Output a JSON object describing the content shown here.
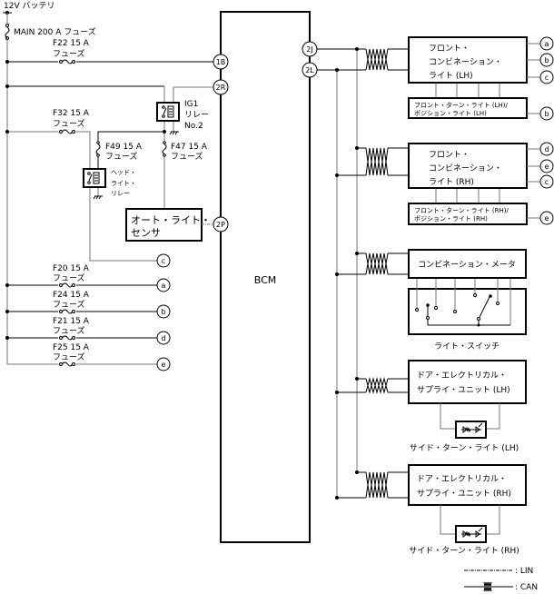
{
  "power": {
    "battery": "12V バッテリ",
    "main_fuse": "MAIN 200 A フューズ"
  },
  "fuses": {
    "f22": {
      "name": "F22 15 A",
      "label": "フューズ"
    },
    "f32": {
      "name": "F32 15 A",
      "label": "フューズ"
    },
    "f49": {
      "name": "F49 15 A",
      "label": "フューズ"
    },
    "f47": {
      "name": "F47 15 A",
      "label": "フューズ"
    },
    "f20": {
      "name": "F20 15 A",
      "label": "フューズ"
    },
    "f24": {
      "name": "F24 15 A",
      "label": "フューズ"
    },
    "f21": {
      "name": "F21 15 A",
      "label": "フューズ"
    },
    "f25": {
      "name": "F25 15 A",
      "label": "フューズ"
    }
  },
  "relays": {
    "ig1": [
      "IG1",
      "リレー",
      "No.2"
    ],
    "headlight": [
      "ヘッド・",
      "ライト・",
      "リレー"
    ]
  },
  "auto_light_sensor": [
    "オート・ライト・",
    "センサ"
  ],
  "bcm": {
    "label": "BCM",
    "pins": {
      "p1B": "1B",
      "p2R": "2R",
      "p2P": "2P",
      "p2J": "2J",
      "p2L": "2L"
    }
  },
  "refs": {
    "a": "a",
    "b": "b",
    "c": "c",
    "d": "d",
    "e": "e"
  },
  "modules": {
    "front_combo_lh": [
      "フロント・",
      "コンビネーション・",
      "ライト (LH)"
    ],
    "front_turn_lh": [
      "フロント・ターン・ライト (LH)/",
      "ポジション・ライト (LH)"
    ],
    "front_combo_rh": [
      "フロント・",
      "コンビネーション・",
      "ライト (RH)"
    ],
    "front_turn_rh": [
      "フロント・ターン・ライト (RH)/",
      "ポジション・ライト (RH)"
    ],
    "combination_meter": "コンビネーション・メータ",
    "light_switch": "ライト・スイッチ",
    "door_lh": [
      "ドア・エレクトリカル・",
      "サプライ・ユニット (LH)"
    ],
    "side_turn_lh": "サイド・ターン・ライト (LH)",
    "door_rh": [
      "ドア・エレクトリカル・",
      "サプライ・ユニット (RH)"
    ],
    "side_turn_rh": "サイド・ターン・ライト (RH)"
  },
  "legend": {
    "lin": ": LIN",
    "can": ": CAN"
  }
}
